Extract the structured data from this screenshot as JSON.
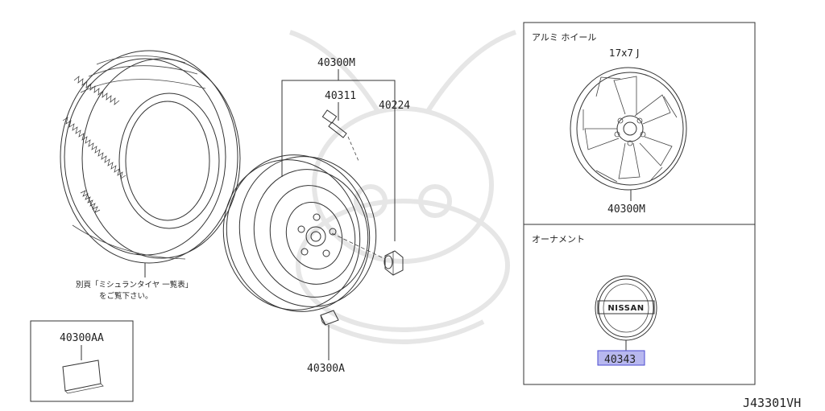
{
  "parts": {
    "tire_note_line1": "別頁「ミシュランタイヤ 一覧表」",
    "tire_note_line2": "をご覧下さい。",
    "p40300M_top": "40300M",
    "p40311": "40311",
    "p40224": "40224",
    "p40300A": "40300A",
    "p40300AA": "40300AA"
  },
  "panel_wheel": {
    "title": "アルミ ホイール",
    "size": "17x7 J",
    "part": "40300M"
  },
  "panel_ornament": {
    "title": "オーナメント",
    "badge_text": "NISSAN",
    "part": "40343"
  },
  "diagram_code": "J43301VH",
  "colors": {
    "highlight_fill": "#b8b8ef",
    "highlight_stroke": "#4a4ad0",
    "line": "#333333",
    "watermark": "#e6e6e6"
  }
}
